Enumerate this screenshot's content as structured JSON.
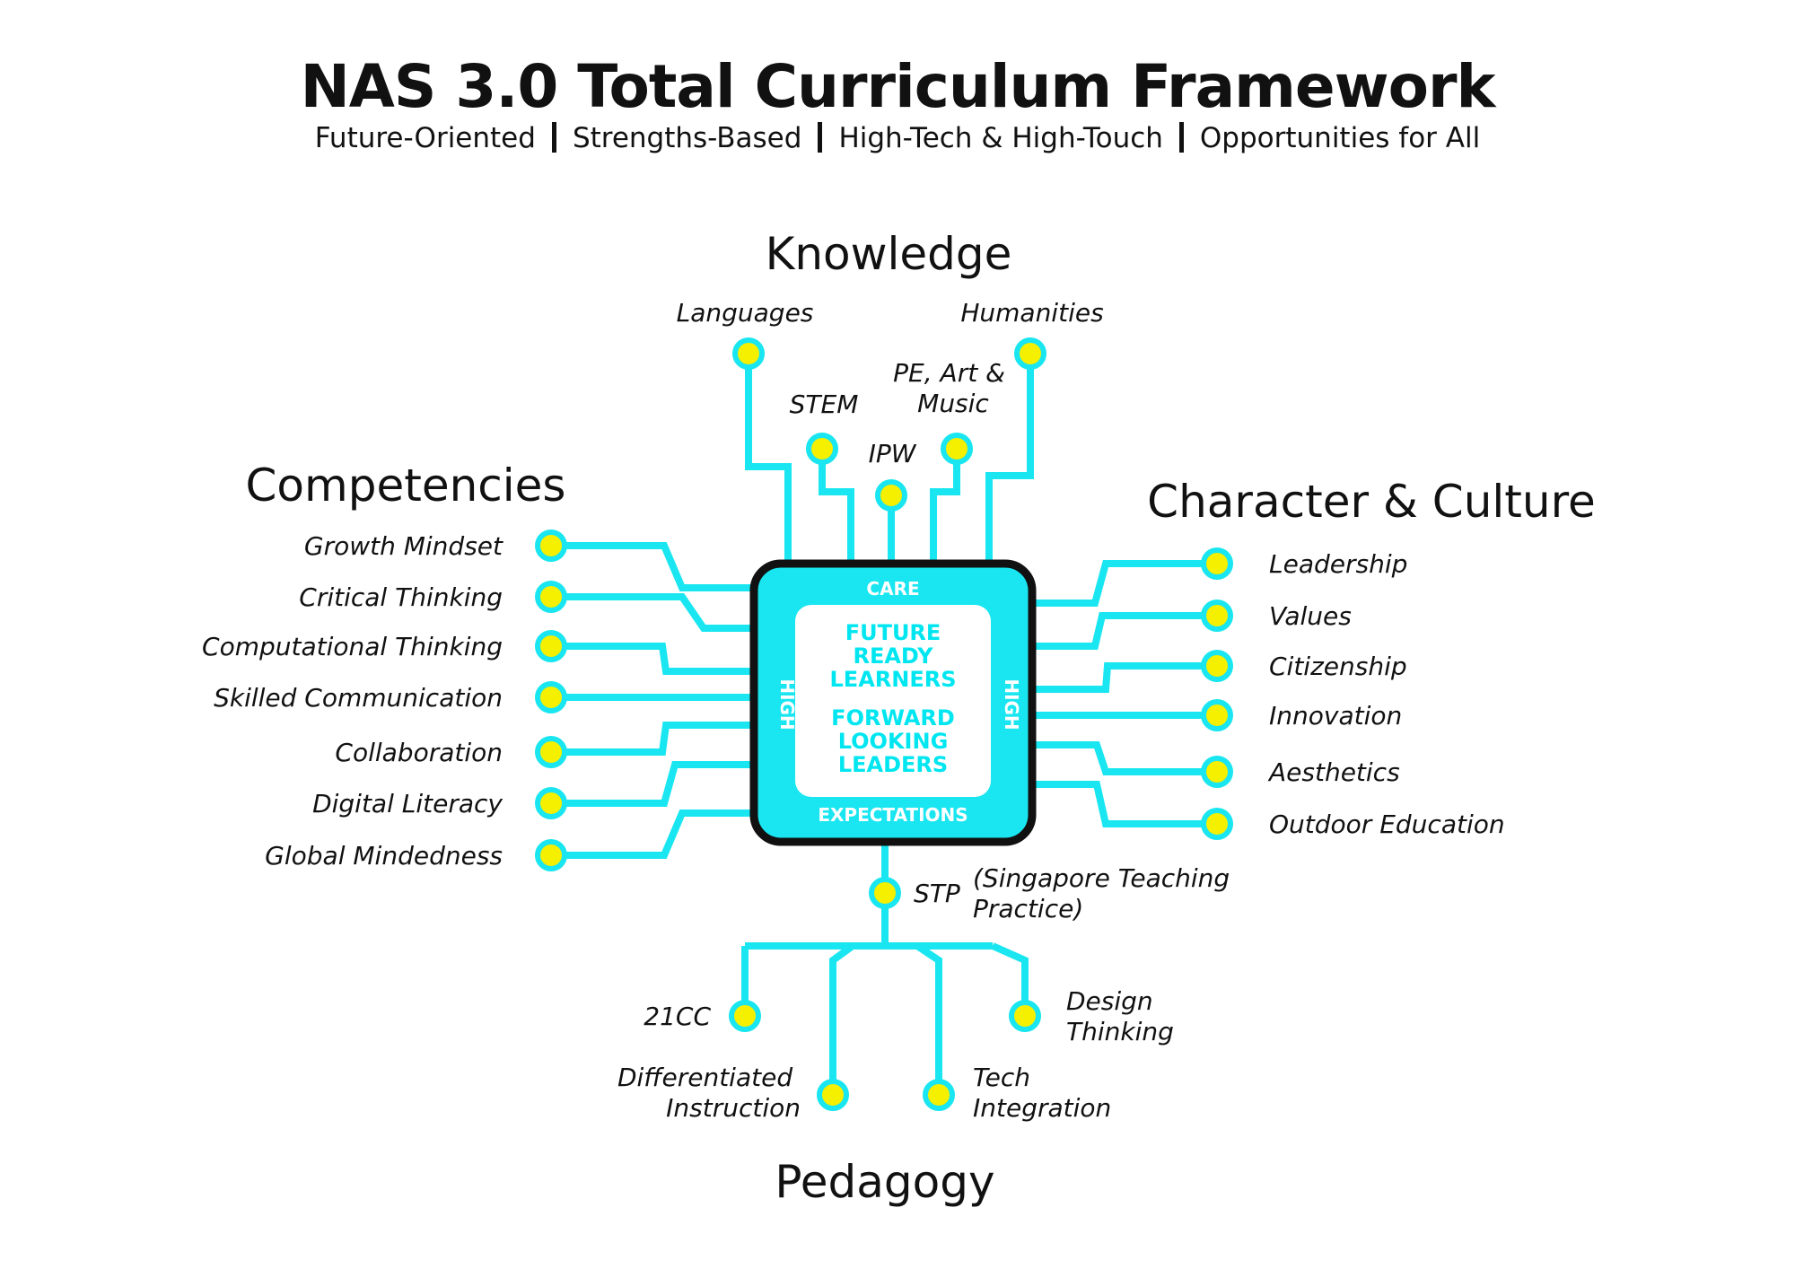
{
  "header": {
    "title": "NAS 3.0 Total Curriculum Framework",
    "subtitle_items": [
      "Future-Oriented",
      "Strengths-Based",
      "High-Tech & High-Touch",
      "Opportunities for All"
    ]
  },
  "center": {
    "frame_top": "CARE",
    "frame_bottom": "EXPECTATIONS",
    "frame_left": "HIGH",
    "frame_right": "HIGH",
    "inner_line1": [
      "FUTURE",
      "READY",
      "LEARNERS"
    ],
    "inner_line2": [
      "FORWARD",
      "LOOKING",
      "LEADERS"
    ]
  },
  "knowledge": {
    "heading": "Knowledge",
    "items": [
      "Languages",
      "STEM",
      "IPW",
      "PE, Art & Music",
      "Humanities"
    ]
  },
  "competencies": {
    "heading": "Competencies",
    "items": [
      "Growth Mindset",
      "Critical Thinking",
      "Computational Thinking",
      "Skilled Communication",
      "Collaboration",
      "Digital Literacy",
      "Global Mindedness"
    ]
  },
  "character": {
    "heading": "Character & Culture",
    "items": [
      "Leadership",
      "Values",
      "Citizenship",
      "Innovation",
      "Aesthetics",
      "Outdoor Education"
    ]
  },
  "pedagogy": {
    "heading": "Pedagogy",
    "stp_label": "STP",
    "stp_desc": "(Singapore Teaching Practice)",
    "items": [
      "21CC",
      "Differentiated Instruction",
      "Tech Integration",
      "Design Thinking"
    ]
  },
  "colors": {
    "connector": "#19e6f0",
    "node_fill": "#f4f000",
    "frame": "#111111",
    "inner_text": "#00e6f0"
  }
}
